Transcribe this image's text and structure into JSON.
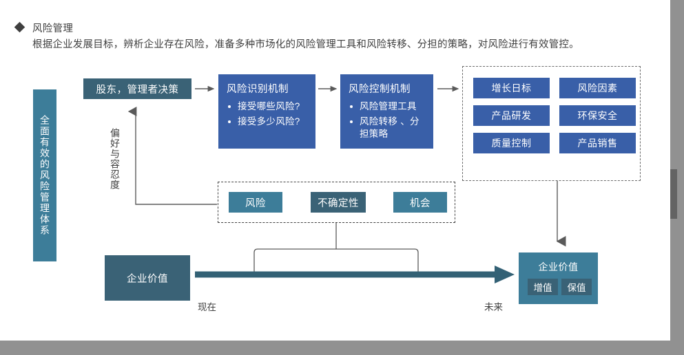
{
  "header": {
    "bullet_icon": "diamond-bullet-icon",
    "title": "风险管理",
    "description": "根据企业发展目标，辨析企业存在风险，准备多种市场化的风险管理工具和风险转移、分担的策略，对风险进行有效管控。"
  },
  "left_banner": {
    "label": "全面有效的风险管理体系"
  },
  "flow": {
    "stakeholder_box": "股东，管理者决策",
    "feedback_label": "偏好与容忍度",
    "identify_box": {
      "title": "风险识别机制",
      "items": [
        "接受哪些风险?",
        "接受多少风险?"
      ]
    },
    "control_box": {
      "title": "风险控制机制",
      "items": [
        "风险管理工具",
        "风险转移 、分担策略"
      ]
    }
  },
  "objectives_group": {
    "items": [
      "增长日标",
      "风险因素",
      "产品研发",
      "环保安全",
      "质量控制",
      "产品销售"
    ]
  },
  "risk_terms_group": {
    "items": [
      "风险",
      "不确定性",
      "机会"
    ]
  },
  "timeline": {
    "value_now": "企业价值",
    "label_now": "现在",
    "label_future": "未来",
    "value_future": {
      "title": "企业价值",
      "chips": [
        "增值",
        "保值"
      ]
    }
  },
  "colors": {
    "blue": "#395fa8",
    "teal_mid": "#3d7d99",
    "teal_dark": "#3a6276",
    "text_dark": "#3f3f3f",
    "frame_gray": "#919191",
    "scrollbar_thumb": "#636363",
    "connector": "#5a5a5a"
  },
  "scrollbar": {
    "orientation": "vertical"
  }
}
